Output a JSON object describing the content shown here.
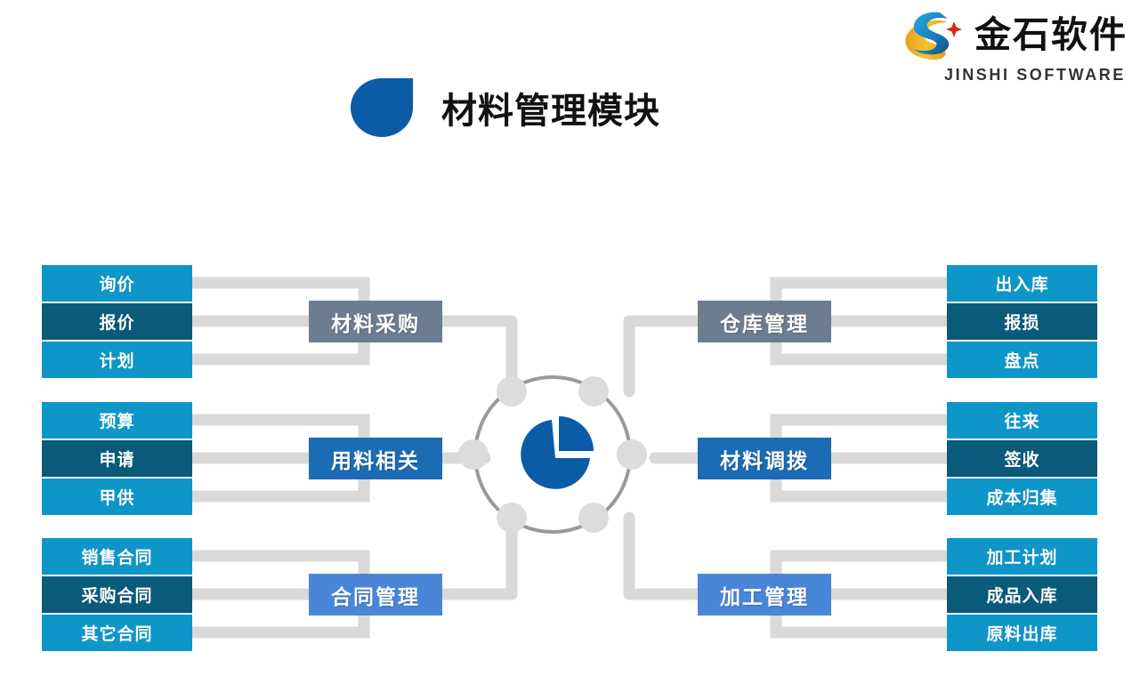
{
  "brand": {
    "name": "金石软件",
    "subtitle": "JINSHI SOFTWARE",
    "logo_icon": "jinshi-s-swoosh-logo"
  },
  "title": {
    "text": "材料管理模块",
    "bullet_icon": "blue-teardrop-icon"
  },
  "hub": {
    "icon": "pie-chart-icon",
    "ring_color": "#9a9a9a",
    "dot_color": "#dcdcdc",
    "pie_color": "#0b5ba6",
    "dot_count": 6
  },
  "colors": {
    "leaf_light": "#0e96c8",
    "leaf_dark": "#0a5a79",
    "branch_gray": "#6d7d91",
    "branch_blue": "#1c6cb5",
    "branch_blue_light": "#4a86d8",
    "connector": "#d9d9d9",
    "title_blue": "#0b5ba6"
  },
  "groups": [
    {
      "id": "material-purchase",
      "side": "left",
      "branch_label": "材料采购",
      "branch_tone": "tone-gray",
      "leaves": [
        {
          "label": "询价",
          "tone": "tone-a"
        },
        {
          "label": "报价",
          "tone": "tone-b"
        },
        {
          "label": "计划",
          "tone": "tone-a"
        }
      ]
    },
    {
      "id": "material-usage",
      "side": "left",
      "branch_label": "用料相关",
      "branch_tone": "tone-blue",
      "leaves": [
        {
          "label": "预算",
          "tone": "tone-a"
        },
        {
          "label": "申请",
          "tone": "tone-b"
        },
        {
          "label": "甲供",
          "tone": "tone-a"
        }
      ]
    },
    {
      "id": "contract-management",
      "side": "left",
      "branch_label": "合同管理",
      "branch_tone": "tone-blue2",
      "leaves": [
        {
          "label": "销售合同",
          "tone": "tone-a"
        },
        {
          "label": "采购合同",
          "tone": "tone-b"
        },
        {
          "label": "其它合同",
          "tone": "tone-a"
        }
      ]
    },
    {
      "id": "warehouse-management",
      "side": "right",
      "branch_label": "仓库管理",
      "branch_tone": "tone-gray",
      "leaves": [
        {
          "label": "出入库",
          "tone": "tone-a"
        },
        {
          "label": "报损",
          "tone": "tone-b"
        },
        {
          "label": "盘点",
          "tone": "tone-a"
        }
      ]
    },
    {
      "id": "material-transfer",
      "side": "right",
      "branch_label": "材料调拨",
      "branch_tone": "tone-blue",
      "leaves": [
        {
          "label": "往来",
          "tone": "tone-a"
        },
        {
          "label": "签收",
          "tone": "tone-b"
        },
        {
          "label": "成本归集",
          "tone": "tone-a"
        }
      ]
    },
    {
      "id": "processing-management",
      "side": "right",
      "branch_label": "加工管理",
      "branch_tone": "tone-blue2",
      "leaves": [
        {
          "label": "加工计划",
          "tone": "tone-a"
        },
        {
          "label": "成品入库",
          "tone": "tone-b"
        },
        {
          "label": "原料出库",
          "tone": "tone-a"
        }
      ]
    }
  ]
}
